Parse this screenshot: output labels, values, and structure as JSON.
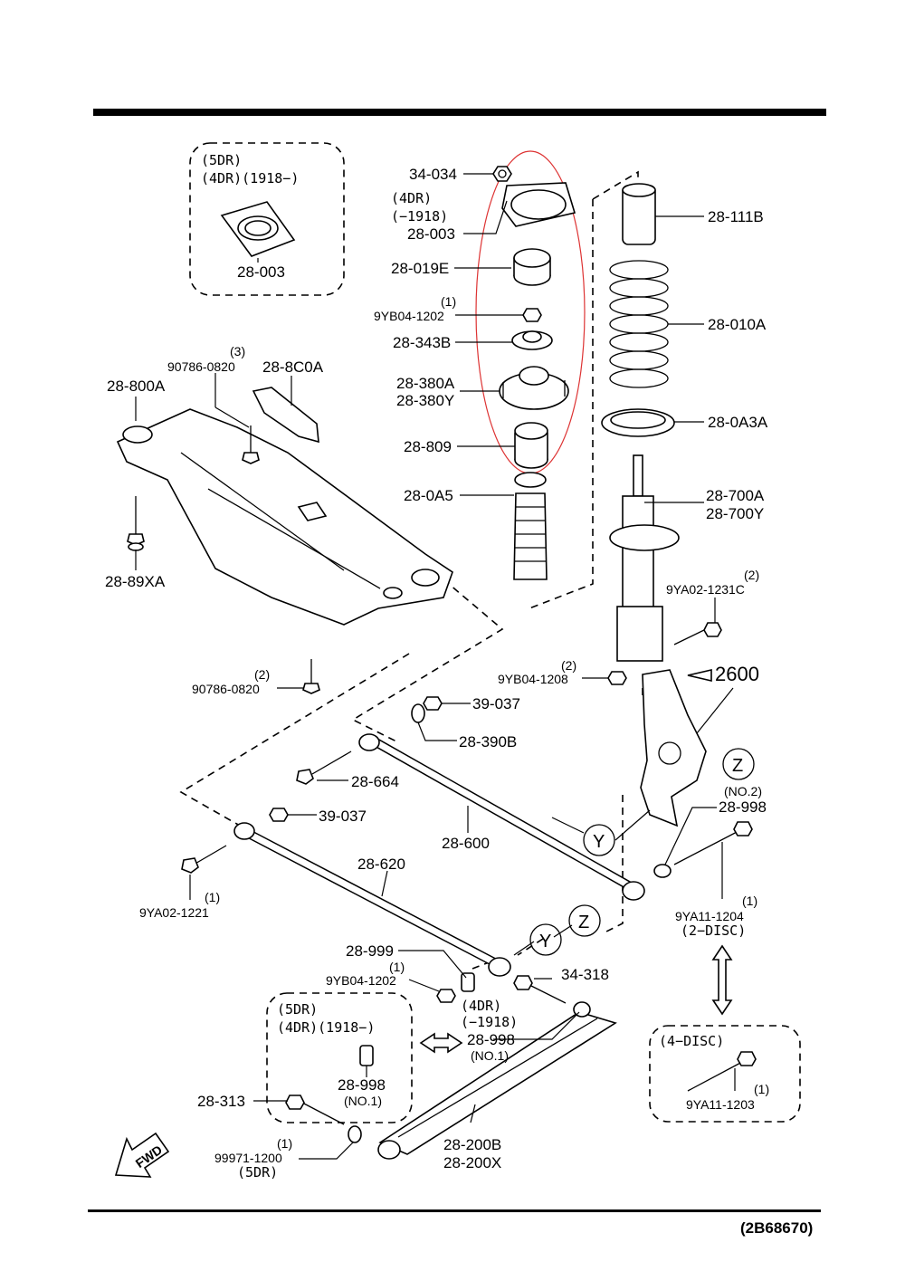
{
  "callouts": {
    "c_34034": "34-034",
    "c_4dr_a": "(4DR)",
    "c_1918_a": "(−1918)",
    "c_28003_a": "28-003",
    "c_28019e": "28-019E",
    "c_1_a": "(1)",
    "c_9yb04_1202_a": "9YB04-1202",
    "c_28343b": "28-343B",
    "c_28380a": "28-380A",
    "c_28380y": "28-380Y",
    "c_28809": "28-809",
    "c_280a5": "28-0A5",
    "c_28111b": "28-111B",
    "c_28010a": "28-010A",
    "c_280a3a": "28-0A3A",
    "c_28700a": "28-700A",
    "c_28700y": "28-700Y",
    "c_2_a": "(2)",
    "c_9ya02_1231c": "9YA02-1231C",
    "c_2_b": "(2)",
    "c_9yb04_1208": "9YB04-1208",
    "c_2600": "2600",
    "c_z1": "Z",
    "c_no2": "(NO.2)",
    "c_28998_a": "28-998",
    "c_5dr_box1": "(5DR)",
    "c_4dr1918_box1": "(4DR)(1918−)",
    "c_28003_box": "28-003",
    "c_3": "(3)",
    "c_90786_0820_a": "90786-0820",
    "c_288c0a": "28-8C0A",
    "c_28800a": "28-800A",
    "c_2889xa": "28-89XA",
    "c_2_c": "(2)",
    "c_90786_0820_b": "90786-0820",
    "c_39037_a": "39-037",
    "c_28390b": "28-390B",
    "c_28664": "28-664",
    "c_39037_b": "39-037",
    "c_28600": "28-600",
    "c_y1": "Y",
    "c_28620": "28-620",
    "c_1_b": "(1)",
    "c_9ya02_1221": "9YA02-1221",
    "c_z2": "Z",
    "c_y2": "Y",
    "c_1_c": "(1)",
    "c_9ya11_1204": "9YA11-1204",
    "c_2disc": "(2−DISC)",
    "c_28999": "28-999",
    "c_1_d": "(1)",
    "c_9yb04_1202_b": "9YB04-1202",
    "c_34318": "34-318",
    "c_4dr_b": "(4DR)",
    "c_1918_b": "(−1918)",
    "c_28998_b": "28-998",
    "c_no1_a": "(NO.1)",
    "c_5dr_box2": "(5DR)",
    "c_4dr1918_box2": "(4DR)(1918−)",
    "c_28998_box": "28-998",
    "c_no1_box": "(NO.1)",
    "c_4disc": "(4−DISC)",
    "c_1_e": "(1)",
    "c_9ya11_1203": "9YA11-1203",
    "c_28313": "28-313",
    "c_1_f": "(1)",
    "c_99971_1200": "99971-1200",
    "c_5dr_c": "(5DR)",
    "c_28200b": "28-200B",
    "c_28200x": "28-200X",
    "fwd": "FWD",
    "diagram_code": "(2B68670)"
  }
}
